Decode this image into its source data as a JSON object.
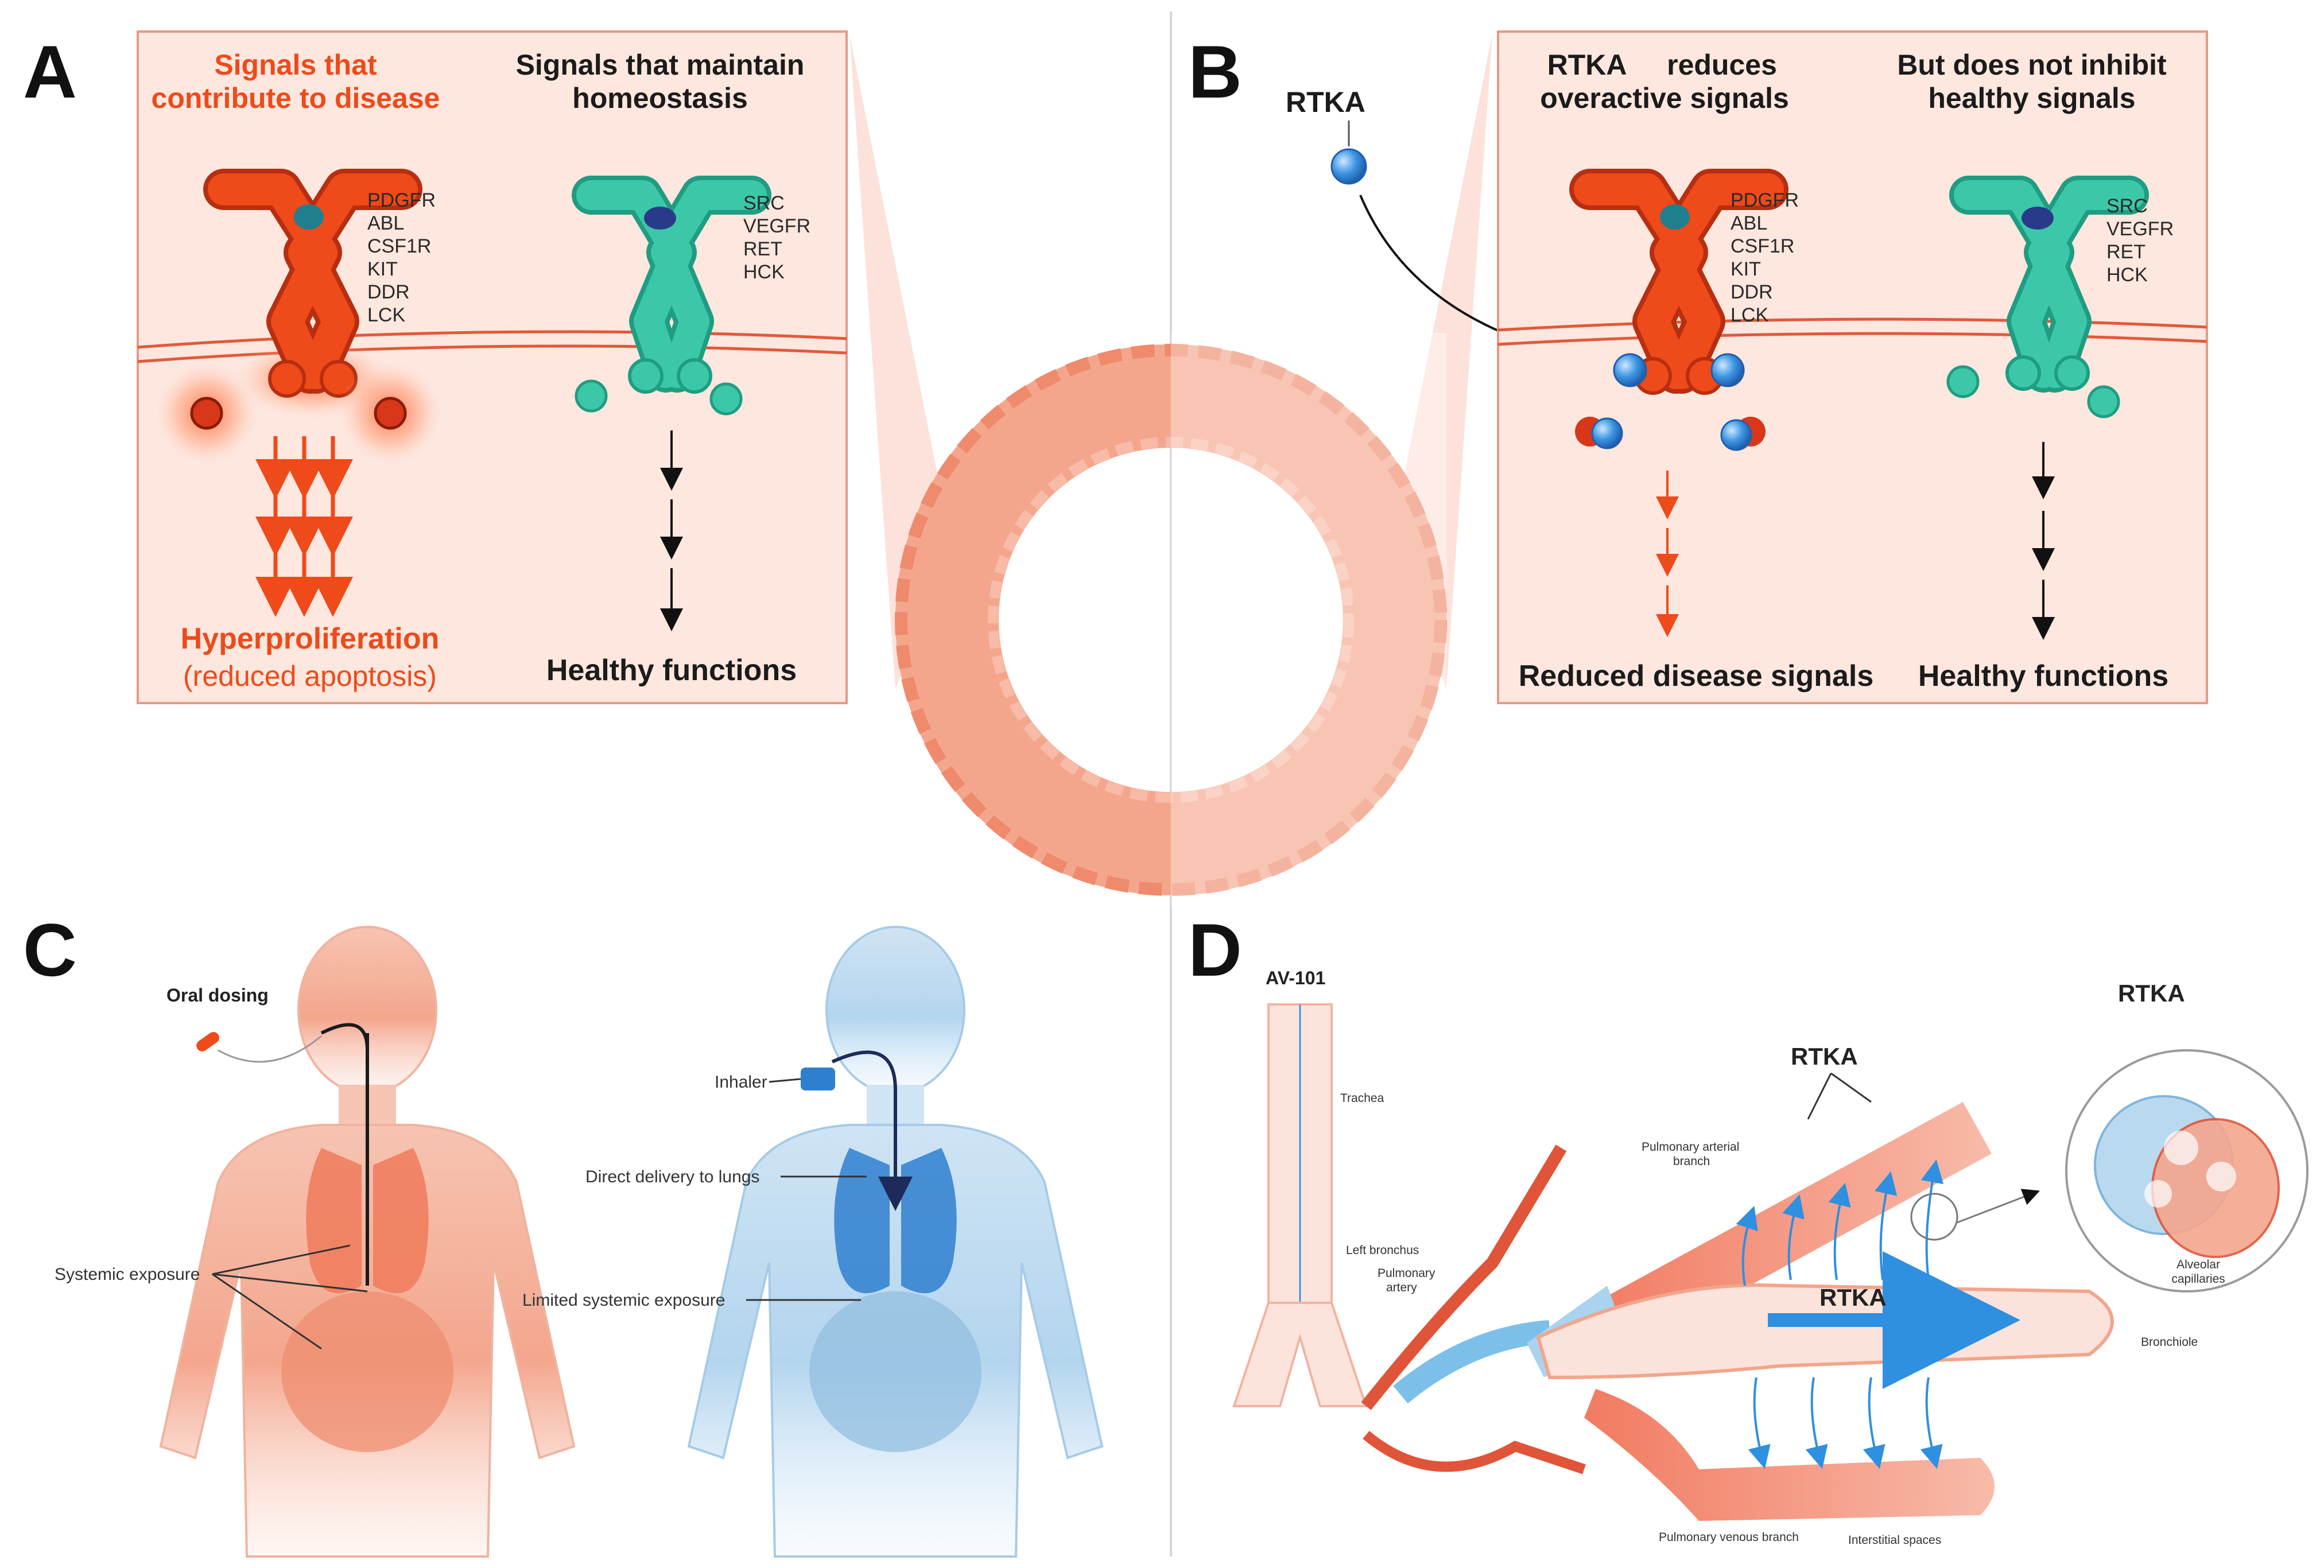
{
  "panels": {
    "A": {
      "letter": "A",
      "left_heading": [
        "Signals that",
        "contribute to disease"
      ],
      "right_heading": [
        "Signals that maintain",
        "homeostasis"
      ],
      "red_receptors": [
        "PDGFR",
        "ABL",
        "CSF1R",
        "KIT",
        "DDR",
        "LCK"
      ],
      "green_receptors": [
        "SRC",
        "VEGFR",
        "RET",
        "HCK"
      ],
      "left_outcome": "Hyperproliferation",
      "left_outcome_sub": "(reduced apoptosis)",
      "right_outcome": "Healthy functions"
    },
    "B": {
      "letter": "B",
      "drug": "RTKA",
      "left_heading": [
        "RTKA",
        "reduces",
        "overactive signals"
      ],
      "right_heading": [
        "But does not inhibit",
        "healthy signals"
      ],
      "red_receptors": [
        "PDGFR",
        "ABL",
        "CSF1R",
        "KIT",
        "DDR",
        "LCK"
      ],
      "green_receptors": [
        "SRC",
        "VEGFR",
        "RET",
        "HCK"
      ],
      "left_outcome": "Reduced disease signals",
      "right_outcome": "Healthy functions"
    },
    "C": {
      "letter": "C",
      "oral": "Oral dosing",
      "systemic": "Systemic exposure",
      "inhaler": "Inhaler",
      "direct": "Direct delivery to lungs",
      "limited": "Limited systemic exposure"
    },
    "D": {
      "letter": "D",
      "av": "AV-101",
      "trachea": "Trachea",
      "left_bronchus": "Left bronchus",
      "pulm_artery": [
        "Pulmonary",
        "artery"
      ],
      "pulm_arterial_branch": [
        "Pulmonary arterial",
        "branch"
      ],
      "rtka_top": "RTKA",
      "rtka_mid": "RTKA",
      "rtka_circle": "RTKA",
      "bronchiole": "Bronchiole",
      "alveolar": [
        "Alveolar",
        "capillaries"
      ],
      "venous": "Pulmonary venous branch",
      "interstitial": "Interstitial spaces"
    }
  },
  "colors": {
    "red_receptor": "#ee4a1a",
    "green_receptor": "#3cc8a8",
    "drug_blue": "#2f8fe0",
    "panel_bg": "#fde7df",
    "vessel": "#f29a80",
    "body_red": "#f2a58c",
    "body_blue": "#b9d9ef"
  }
}
